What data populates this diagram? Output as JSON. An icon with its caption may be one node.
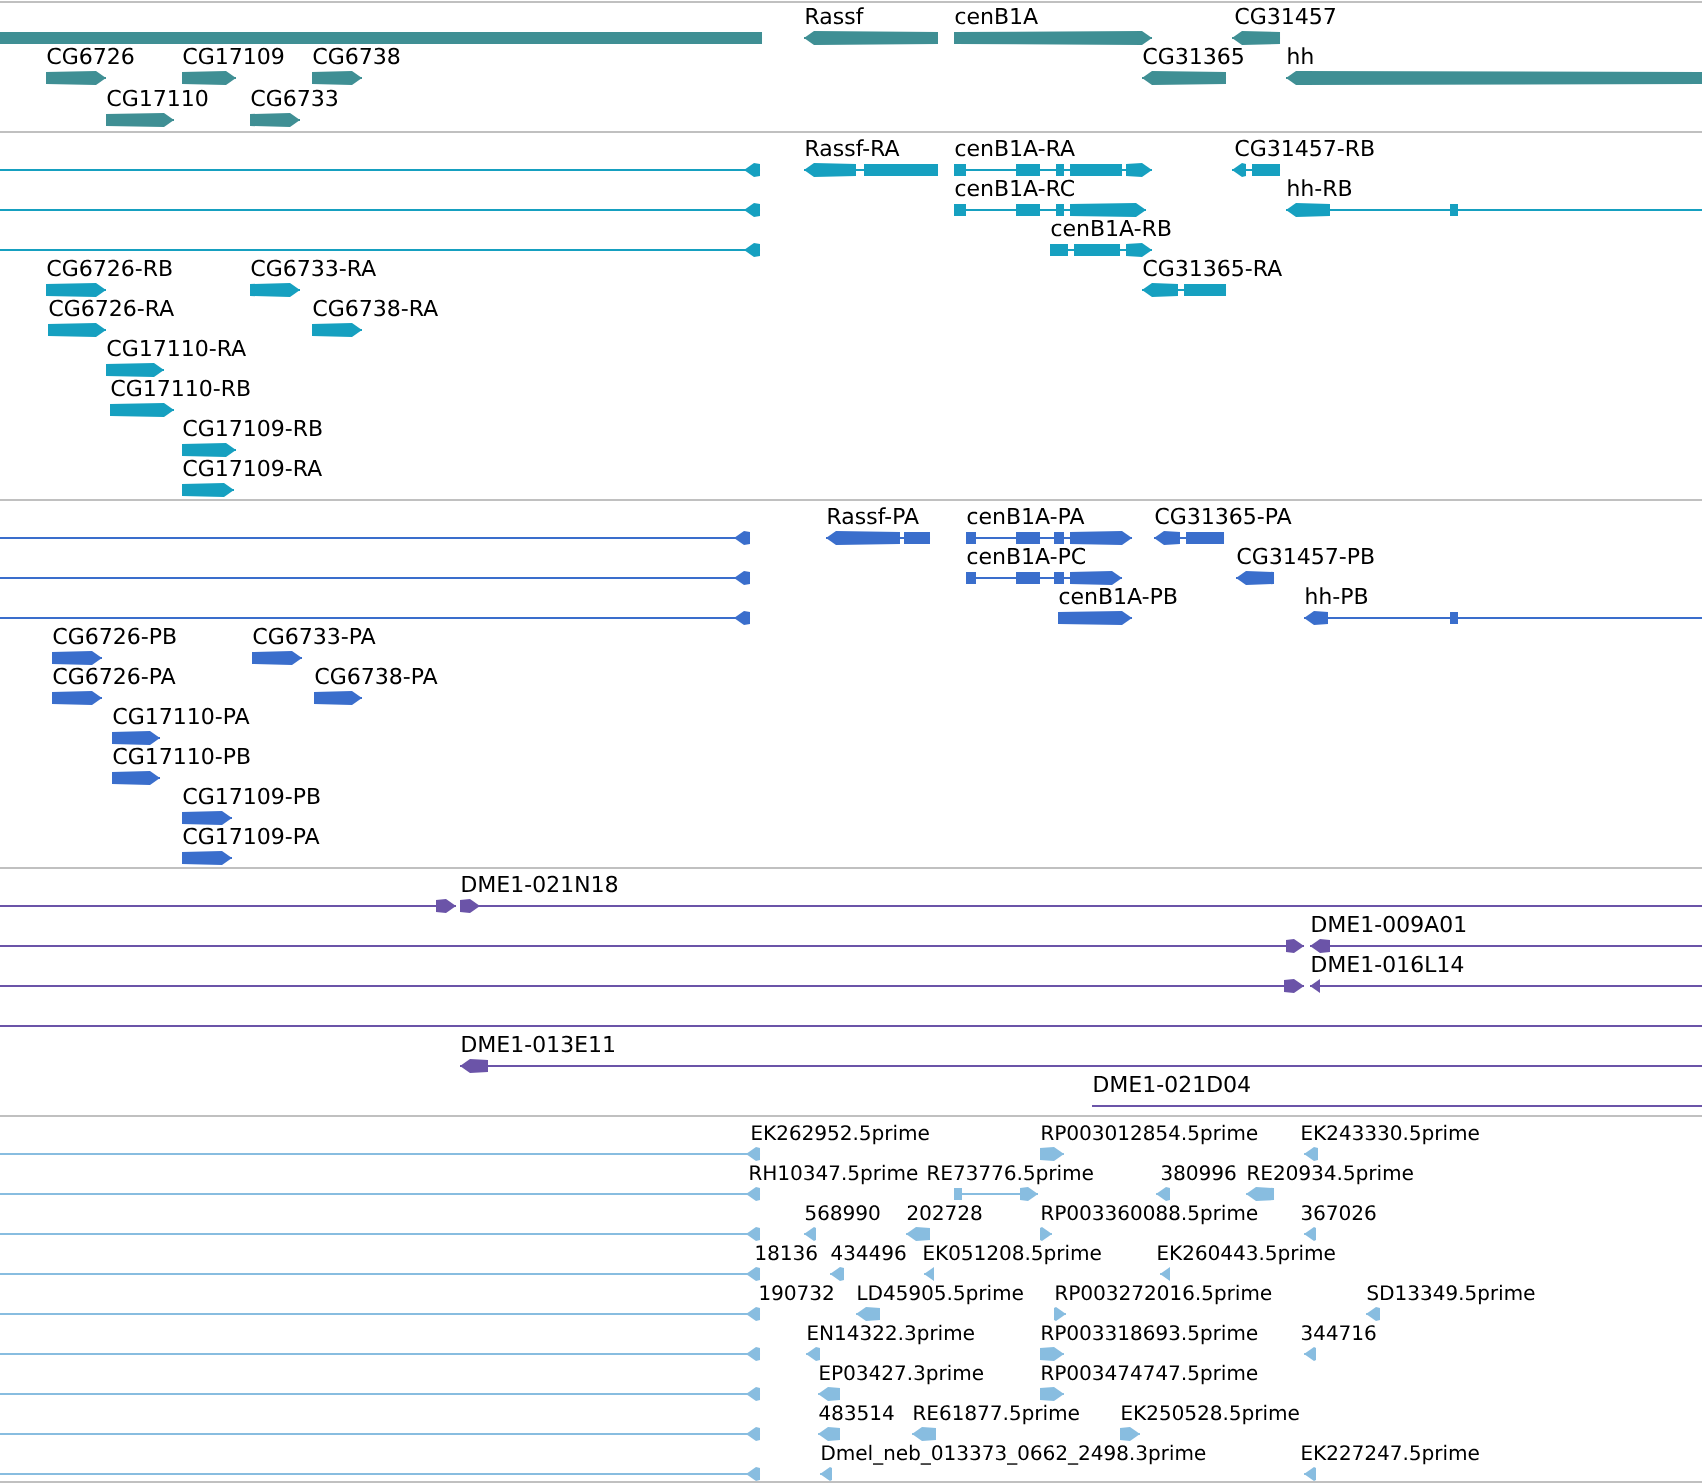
{
  "diagram": {
    "nodes": [
      {
        "text": [],
        "shape": "bar"
      },
      {
        "text": [
          "Rassf"
        ]
      },
      {
        "text": [
          "cenB1A"
        ]
      },
      {
        "text": [
          "CG31457"
        ]
      },
      {
        "text": [
          "CG6726"
        ]
      },
      {
        "text": [
          "CG17109"
        ]
      },
      {
        "text": [
          "CG6738"
        ]
      },
      {
        "text": [
          "CG31365"
        ]
      },
      {
        "text": [
          "hh"
        ]
      },
      {
        "text": [
          "CG17110"
        ]
      },
      {
        "text": [
          "CG6733"
        ]
      },
      {
        "text": [],
        "shape": "bar"
      },
      {
        "text": [
          "Rassf-RA"
        ]
      },
      {
        "text": [
          "cenB1A-RA"
        ]
      },
      {
        "text": [
          "CG31457-RB"
        ]
      },
      {
        "text": [],
        "shape": "bar"
      },
      {
        "text": [
          "cenB1A-RC"
        ]
      },
      {
        "text": [
          "hh-RB"
        ]
      },
      {
        "text": [],
        "shape": "bar"
      },
      {
        "text": [
          "cenB1A-RB"
        ]
      },
      {
        "text": [
          "CG6726-RB"
        ]
      },
      {
        "text": [
          "CG6733-RA"
        ]
      },
      {
        "text": [
          "CG31365-RA"
        ]
      },
      {
        "text": [
          "CG6726-RA"
        ]
      },
      {
        "text": [
          "CG6738-RA"
        ]
      },
      {
        "text": [
          "CG17110-RA"
        ]
      },
      {
        "text": [
          "CG17110-RB"
        ]
      },
      {
        "text": [
          "CG17109-RB"
        ]
      },
      {
        "text": [
          "CG17109-RA"
        ]
      },
      {
        "text": [],
        "shape": "bar"
      },
      {
        "text": [
          "Rassf-PA"
        ]
      },
      {
        "text": [
          "cenB1A-PA"
        ]
      },
      {
        "text": [
          "CG31365-PA"
        ]
      },
      {
        "text": [],
        "shape": "bar"
      },
      {
        "text": [
          "cenB1A-PC"
        ]
      },
      {
        "text": [
          "CG31457-PB"
        ]
      },
      {
        "text": [],
        "shape": "bar"
      },
      {
        "text": [
          "cenB1A-PB"
        ]
      },
      {
        "text": [
          "hh-PB"
        ]
      },
      {
        "text": [
          "CG6726-PB"
        ]
      },
      {
        "text": [
          "CG6733-PA"
        ]
      },
      {
        "text": [
          "CG6726-PA"
        ]
      },
      {
        "text": [
          "CG6738-PA"
        ]
      },
      {
        "text": [
          "CG17110-PA"
        ]
      },
      {
        "text": [
          "CG17110-PB"
        ]
      },
      {
        "text": [
          "CG17109-PB"
        ]
      },
      {
        "text": [
          "CG17109-PA"
        ]
      },
      {
        "text": [],
        "shape": "bar"
      },
      {
        "text": [
          "DME1-021N18"
        ]
      },
      {
        "text": [],
        "shape": "bar"
      },
      {
        "text": [
          "DME1-009A01"
        ]
      },
      {
        "text": [],
        "shape": "bar"
      },
      {
        "text": [
          "DME1-016L14"
        ]
      },
      {
        "text": [],
        "shape": "bar"
      },
      {
        "text": [
          "DME1-013E11"
        ]
      },
      {
        "text": [
          "DME1-021D04"
        ]
      },
      {
        "text": [
          "EK262952.5prime"
        ]
      },
      {
        "text": [
          "RP003012854.5prime"
        ]
      },
      {
        "text": [
          "EK243330.5prime"
        ]
      },
      {
        "text": [
          "RH10347.5prime"
        ]
      },
      {
        "text": [
          "RE73776.5prime"
        ]
      },
      {
        "text": [
          "380996"
        ]
      },
      {
        "text": [
          "RE20934.5prime"
        ]
      },
      {
        "text": [],
        "shape": "bar"
      },
      {
        "text": [
          "568990"
        ]
      },
      {
        "text": [
          "202728"
        ]
      },
      {
        "text": [
          "RP003360088.5prime"
        ]
      },
      {
        "text": [
          "367026"
        ]
      },
      {
        "text": [
          "18136"
        ]
      },
      {
        "text": [
          "434496"
        ]
      },
      {
        "text": [
          "EK051208.5prime"
        ]
      },
      {
        "text": [
          "EK260443.5prime"
        ]
      },
      {
        "text": [
          "190732"
        ]
      },
      {
        "text": [
          "LD45905.5prime"
        ]
      },
      {
        "text": [
          "RP003272016.5prime"
        ]
      },
      {
        "text": [
          "SD13349.5prime"
        ]
      },
      {
        "text": [],
        "shape": "bar"
      },
      {
        "text": [
          "EN14322.3prime"
        ]
      },
      {
        "text": [
          "RP003318693.5prime"
        ]
      },
      {
        "text": [
          "344716"
        ]
      },
      {
        "text": [],
        "shape": "bar"
      },
      {
        "text": [
          "EP03427.3prime"
        ]
      },
      {
        "text": [
          "RP003474747.5prime"
        ]
      },
      {
        "text": [],
        "shape": "bar"
      },
      {
        "text": [
          "483514"
        ]
      },
      {
        "text": [
          "RE61877.5prime"
        ]
      },
      {
        "text": [
          "EK250528.5prime"
        ]
      },
      {
        "text": [],
        "shape": "bar"
      },
      {
        "text": [
          "Dmel_neb_013373_0662_2498.3prime"
        ]
      },
      {
        "text": [
          "EK227247.5prime"
        ]
      }
    ]
  }
}
